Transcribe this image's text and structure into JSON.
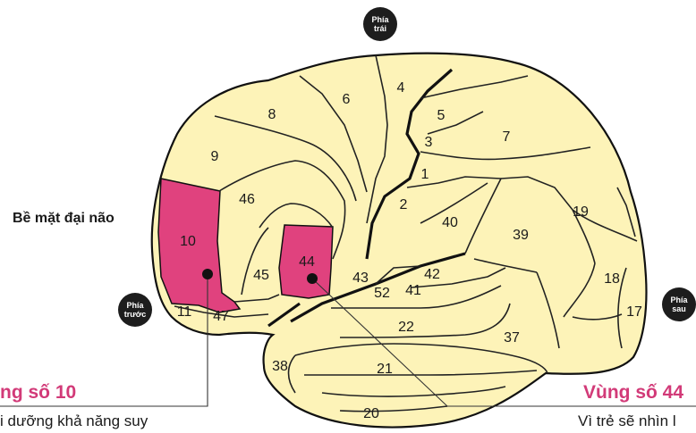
{
  "labels": {
    "surface": "Bề mặt đại não",
    "top_line1": "Phía",
    "top_line2": "trái",
    "front_line1": "Phía",
    "front_line2": "trước",
    "back_line1": "Phía",
    "back_line2": "sau"
  },
  "zone10": {
    "title": "ng số 10",
    "text": "i dưỡng khả năng suy"
  },
  "zone44": {
    "title": "Vùng số 44",
    "text": "Vì trẻ sẽ nhìn l"
  },
  "areas": {
    "a4": "4",
    "a6": "6",
    "a8": "8",
    "a5": "5",
    "a7": "7",
    "a3": "3",
    "a1": "1",
    "a9": "9",
    "a2": "2",
    "a46": "46",
    "a40": "40",
    "a19": "19",
    "a39": "39",
    "a10": "10",
    "a44": "44",
    "a45": "45",
    "a43": "43",
    "a42": "42",
    "a52": "52",
    "a41": "41",
    "a18": "18",
    "a11": "11",
    "a47": "47",
    "a17": "17",
    "a22": "22",
    "a37": "37",
    "a38": "38",
    "a21": "21",
    "a20": "20"
  },
  "colors": {
    "brain_fill": "#fdf3b8",
    "highlight": "#e0427e",
    "outline": "#111111",
    "title_pink": "#d23a78"
  }
}
